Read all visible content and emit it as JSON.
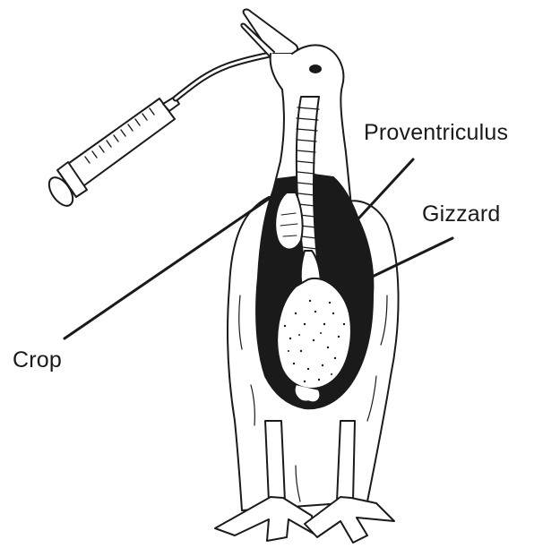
{
  "labels": {
    "proventriculus": "Proventriculus",
    "gizzard": "Gizzard",
    "crop": "Crop"
  },
  "colors": {
    "ink": "#1a1a1a",
    "background": "#ffffff"
  }
}
